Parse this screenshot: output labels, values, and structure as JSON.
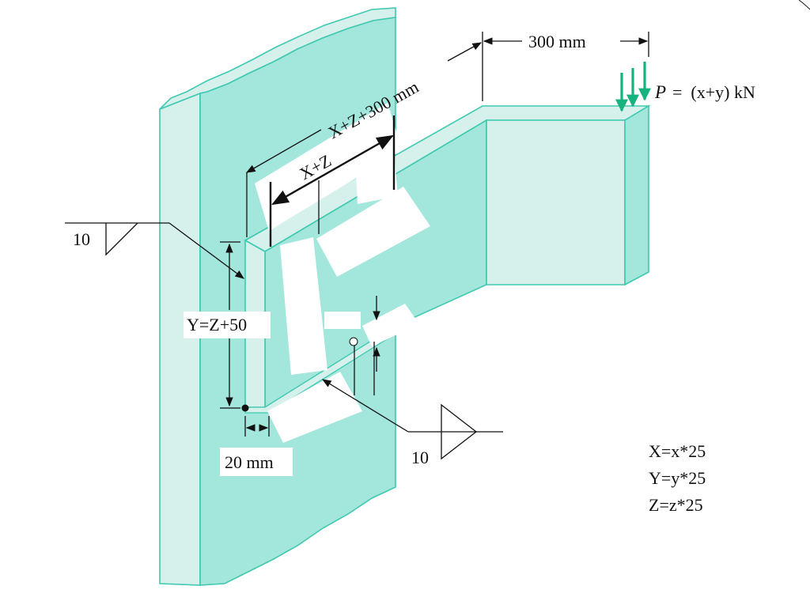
{
  "labels": {
    "dim_300": "300 mm",
    "dim_xz300": "X+Z+300 mm",
    "dim_xz": "X+Z",
    "dim_y": "Y=Z+50",
    "dim_20": "20 mm",
    "weld_size_top": "10",
    "weld_size_bottom": "10",
    "load_symbol": "P",
    "load_value": "=  (x+y) kN"
  },
  "legend": {
    "x_def": "X=x*25",
    "y_def": "Y=y*25",
    "z_def": "Z=z*25"
  },
  "colors": {
    "plate_main": "#a3e6dc",
    "plate_light": "#d6f1ec",
    "plate_edge": "#3ec9b0",
    "load_arrow": "#17b37e",
    "ink": "#111111"
  }
}
